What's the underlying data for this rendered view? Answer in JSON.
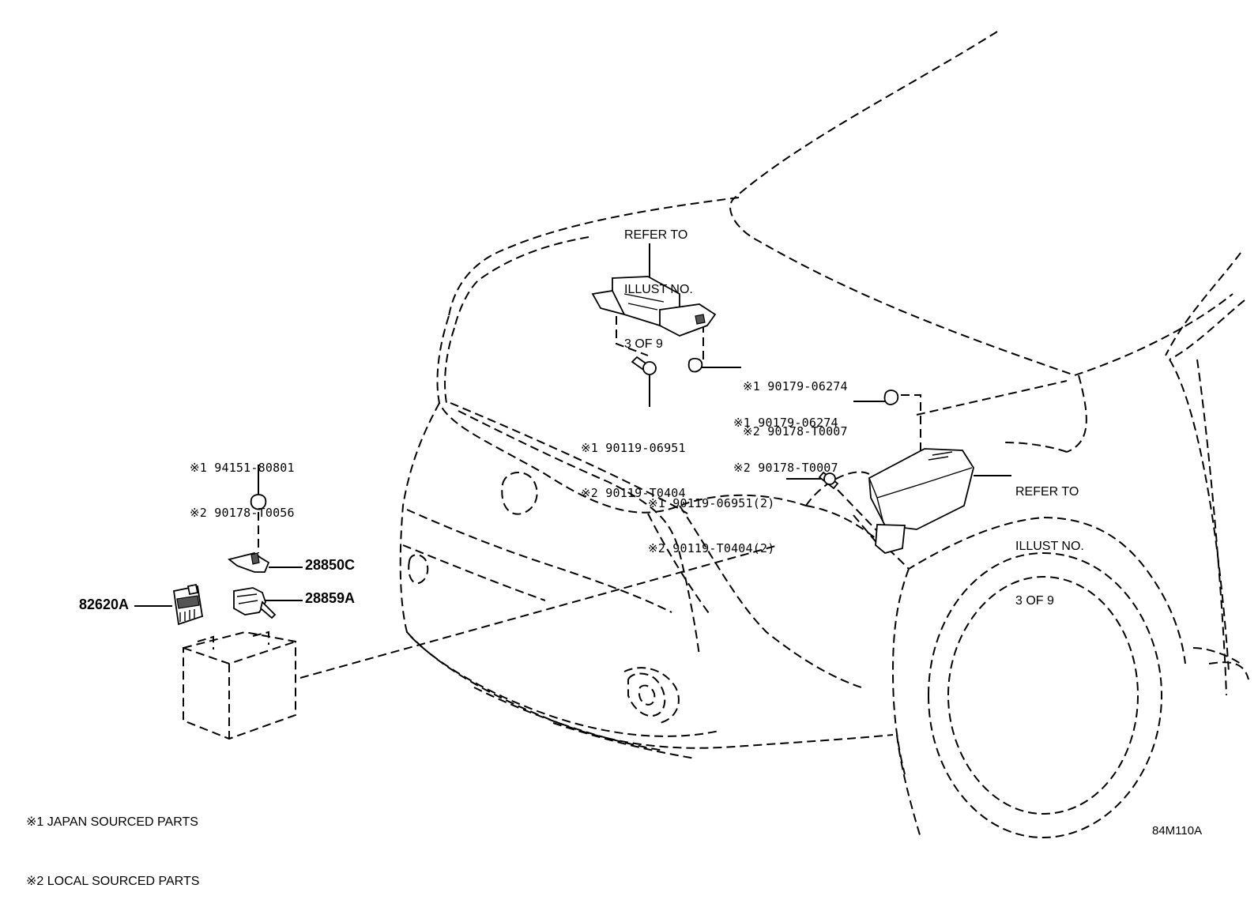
{
  "refer_top": {
    "line1": "REFER TO",
    "line2": "ILLUST NO.",
    "line3": "3 OF 9"
  },
  "refer_right": {
    "line1": "REFER TO",
    "line2": "ILLUST NO.",
    "line3": "3 OF 9"
  },
  "callouts": {
    "nut_top": {
      "line1": "※1 90179-06274",
      "line2": "※2 90178-T0007"
    },
    "bolt_top": {
      "line1": "※1 90119-06951",
      "line2": "※2 90119-T0404"
    },
    "nut_right": {
      "line1": "※1 90179-06274",
      "line2": "※2 90178-T0007"
    },
    "bolt_right": {
      "line1": "※1 90119-06951(2)",
      "line2": "※2 90119-T0404(2)"
    },
    "battery_nut": {
      "line1": "※1 94151-80801",
      "line2": "※2 90178-T0056"
    }
  },
  "parts": {
    "p28850C": "28850C",
    "p28859A": "28859A",
    "p82620A": "82620A"
  },
  "legend": {
    "note1": "※1 JAPAN SOURCED PARTS",
    "note2": "※2 LOCAL SOURCED PARTS"
  },
  "illustration_code": "84M110A"
}
